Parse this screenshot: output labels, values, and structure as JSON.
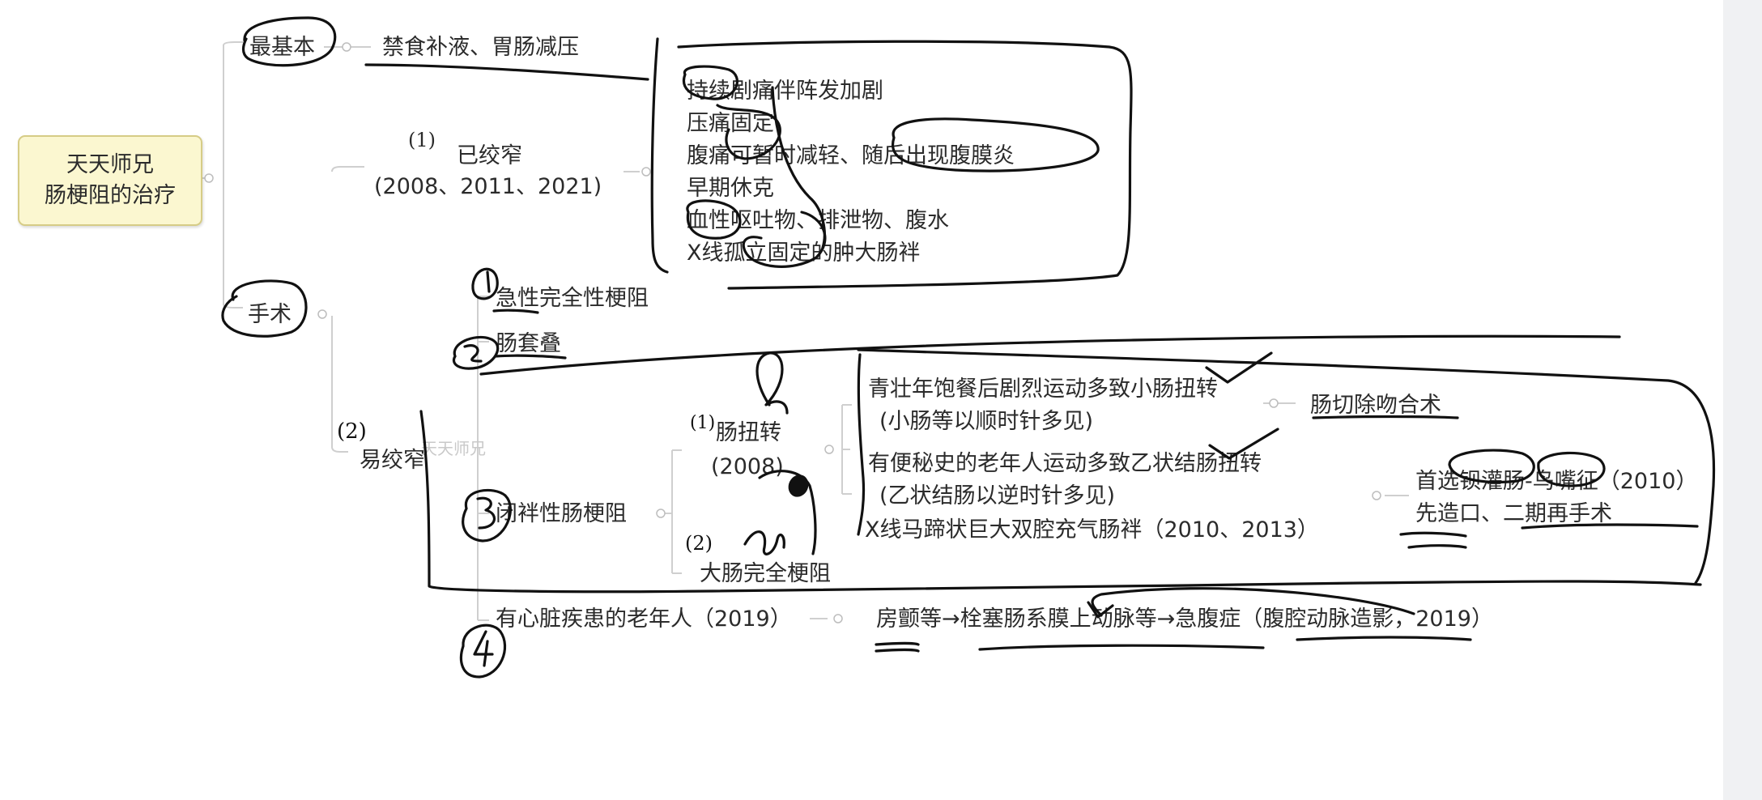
{
  "colors": {
    "line": "#cfcfcf",
    "ink": "#111111",
    "text": "#2b2b2b",
    "root_fill": "#fbf7d0",
    "root_border": "#d6cc86",
    "side_strip": "#f0f1f3"
  },
  "root": {
    "line1": "天天师兄",
    "line2": "肠梗阻的治疗"
  },
  "basic": {
    "label": "最基本",
    "detail": "禁食补液、胃肠减压"
  },
  "surgery": {
    "label": "手术"
  },
  "strangulated": {
    "marker": "(1)",
    "label": "已绞窄",
    "years": "(2008、2011、2021)",
    "signs": [
      "持续剧痛伴阵发加剧",
      "压痛固定",
      "腹痛可暂时减轻、随后出现腹膜炎",
      "早期休克",
      "血性呕吐物、排泄物、腹水",
      "X线孤立固定的肿大肠袢"
    ]
  },
  "prone": {
    "marker": "(2)",
    "label": "易绞窄",
    "watermark": "天天师兄",
    "items": {
      "acute": {
        "num": "1",
        "label": "急性完全性梗阻"
      },
      "intussusception": {
        "num": "2",
        "label": "肠套叠"
      },
      "closed_loop": {
        "num": "3",
        "label": "闭袢性肠梗阻",
        "volvulus": {
          "marker": "(1)",
          "label": "肠扭转",
          "year": "(2008)",
          "annotation": "Q",
          "young": {
            "line1": "青壮年饱餐后剧烈运动多致小肠扭转",
            "line2": "(小肠等以顺时针多见)",
            "treatment": "肠切除吻合术"
          },
          "elderly": {
            "line1": "有便秘史的老年人运动多致乙状结肠扭转",
            "line2": "(乙状结肠以逆时针多见)"
          },
          "xray": "X线马蹄状巨大双腔充气肠袢（2010、2013）",
          "treatment2": {
            "line1": "首选钡灌肠-鸟嘴征（2010）",
            "line2": "先造口、二期再手术"
          }
        },
        "large": {
          "marker": "(2)",
          "handwritten": "Ω",
          "label": "大肠完全梗阻"
        }
      },
      "elderly_heart": {
        "num": "4",
        "label": "有心脏疾患的老年人（2019）",
        "detail": "房颤等→栓塞肠系膜上动脉等→急腹症（腹腔动脉造影，2019）"
      }
    }
  }
}
